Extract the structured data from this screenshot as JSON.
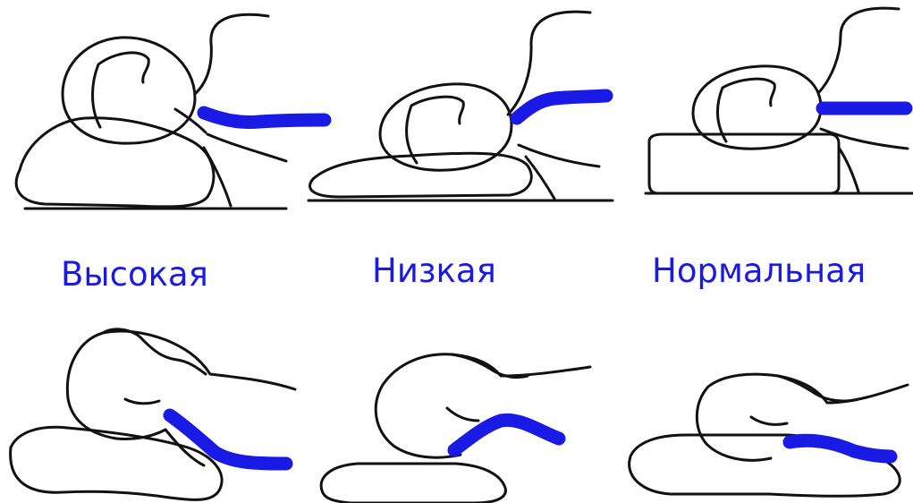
{
  "colors": {
    "accent": "#1a1ae6",
    "ink": "#111111",
    "background": "#ffffff"
  },
  "labels": {
    "high": "Высокая",
    "low": "Низкая",
    "normal": "Нормальная"
  }
}
